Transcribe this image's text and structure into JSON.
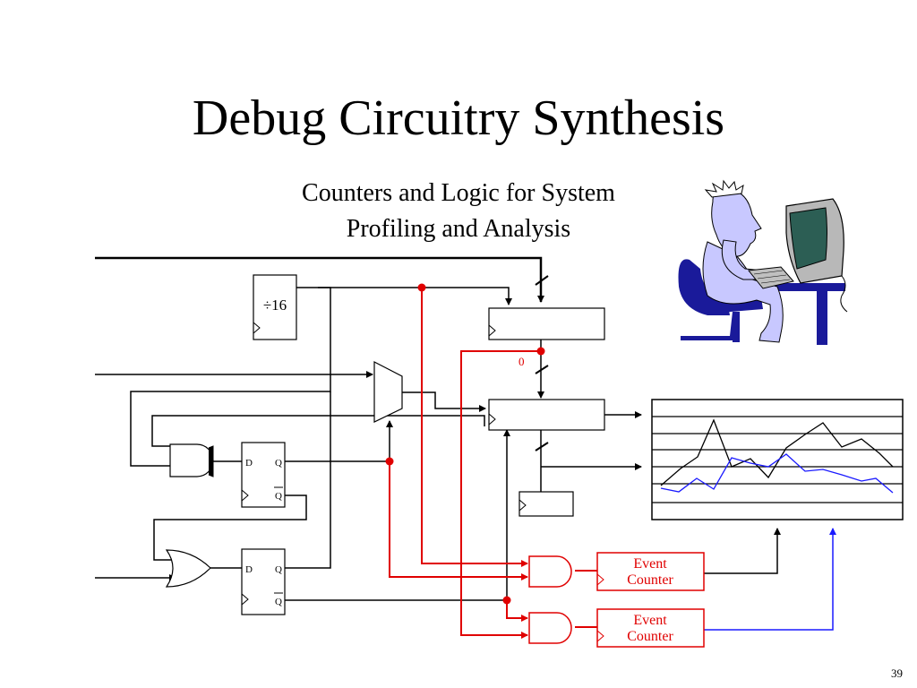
{
  "slide": {
    "title": "Debug Circuitry Synthesis",
    "subtitle_line1": "Counters and Logic for System",
    "subtitle_line2": "Profiling and Analysis",
    "page_number": "39"
  },
  "diagram": {
    "divider_label": "÷16",
    "mux_zero_label": "0",
    "ff_d_label": "D",
    "ff_q_label": "Q",
    "ff_qbar_label": "Q",
    "event_counter_line1": "Event",
    "event_counter_line2": "Counter",
    "colors": {
      "wire": "#000000",
      "debug": "#e00000",
      "series_blue": "#1a1aff",
      "monitor_body": "#b8b8b8",
      "monitor_screen": "#2c5e54",
      "chair": "#1a1a9a",
      "person": "#c8c8ff"
    }
  }
}
